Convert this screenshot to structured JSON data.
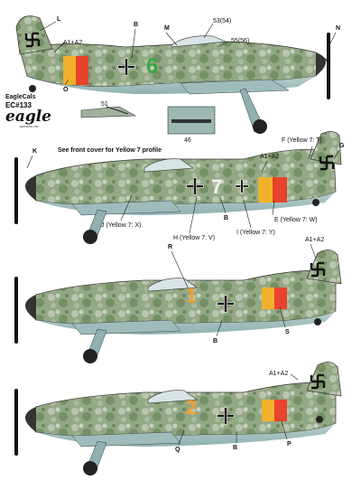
{
  "brand": {
    "name": "EagleCals",
    "code": "EC#133",
    "logo_text": "eagle",
    "logo_sub": "EDITIONS LTD."
  },
  "note": "See front cover for Yellow 7 profile",
  "labels": {
    "L": "L",
    "B1": "B",
    "M": "M",
    "p53": "53(54)",
    "p55": "55(56)",
    "N": "N",
    "A1": "A1+A2",
    "O": "O",
    "n51": "51",
    "n46": "46",
    "F": "F (Yellow 7: T)",
    "G": "G",
    "K": "K",
    "A2": "A1+A2",
    "J": "J (Yellow 7: X)",
    "H": "H (Yellow 7: V)",
    "B2": "B",
    "I": "I (Yellow 7: Y)",
    "E": "E (Yellow 7: W)",
    "R": "R",
    "A3": "A1+A2",
    "B3": "B",
    "S": "S",
    "A4": "A1+A2",
    "Q": "Q",
    "B4": "B",
    "P": "P"
  },
  "aircraft_numbers": [
    "6",
    "7",
    "1",
    "2"
  ],
  "colors": {
    "camo_green": "#7f9a6a",
    "camo_grey": "#a9b7a4",
    "underside": "#a9c7c6",
    "band_yellow": "#f2b12a",
    "band_red": "#e8432c",
    "green_six": "#3aa845",
    "yellow_num": "#f2a02a",
    "white_seven": "#f3f3f3"
  }
}
